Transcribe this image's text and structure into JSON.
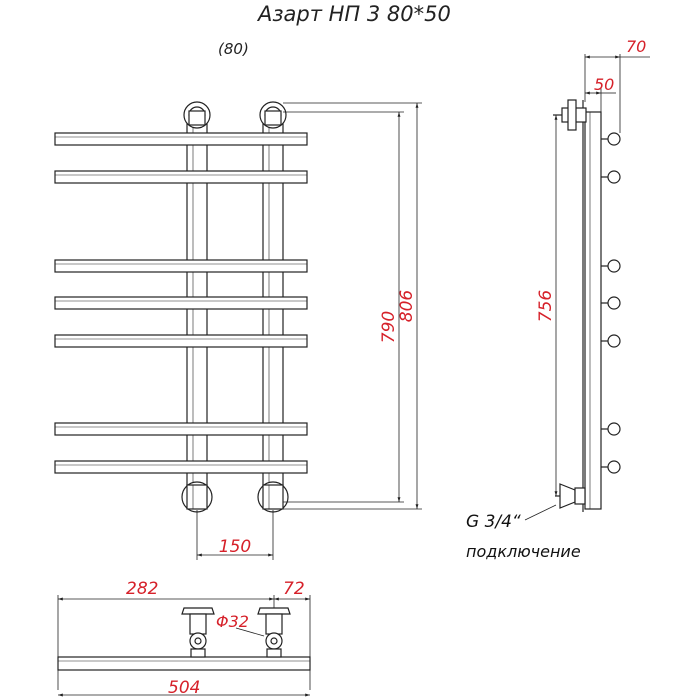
{
  "title": "Азарт НП 3 80*50",
  "subtitle": "(80)",
  "dimensions": {
    "height_outer": "806",
    "height_inner": "790",
    "axis_distance": "150",
    "side_height": "756",
    "depth_total": "70",
    "depth_pipe": "50",
    "width_total": "504",
    "offset_left": "282",
    "offset_right": "72",
    "pipe_diameter": "Φ32"
  },
  "connection": {
    "thread": "G 3/4“",
    "label": "подключение"
  },
  "colors": {
    "dimension_text": "#d6212a",
    "line": "#222222"
  }
}
